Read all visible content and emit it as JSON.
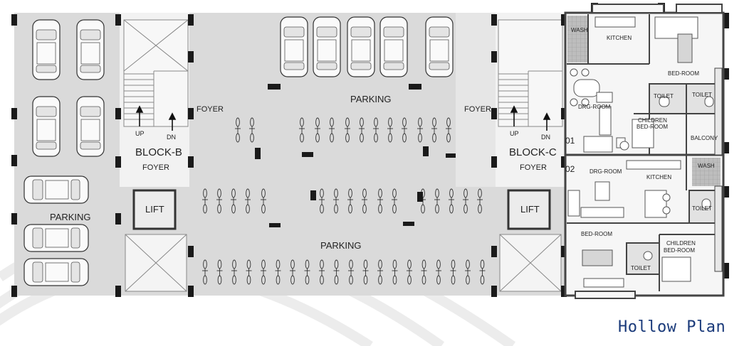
{
  "title": "Hollow Plan",
  "labels": {
    "parking_left": "PARKING",
    "parking_top": "PARKING",
    "parking_bottom": "PARKING",
    "block_b": "BLOCK-B",
    "block_c": "BLOCK-C",
    "foyer_b_stair": "FOYER",
    "foyer_b_col": "FOYER",
    "foyer_c_col": "FOYER",
    "foyer_c_stair": "FOYER",
    "lift_b": "LIFT",
    "lift_c": "LIFT",
    "up_b": "UP",
    "dn_b": "DN",
    "up_c": "UP",
    "dn_c": "DN"
  },
  "flat_01": {
    "number": "01",
    "wash": "WASH",
    "kitchen": "KITCHEN",
    "bed_room": "BED-ROOM",
    "toilet_a": "TOILET",
    "toilet_b": "TOILET",
    "drg_room": "DRG-ROOM",
    "children_line1": "CHILDREN",
    "children_line2": "BED-ROOM",
    "balcony": "BALCONY"
  },
  "flat_02": {
    "number": "02",
    "drg_room": "DRG-ROOM",
    "kitchen": "KITCHEN",
    "wash": "WASH",
    "toilet_a": "TOILET",
    "bed_room": "BED-ROOM",
    "children_line1": "CHILDREN",
    "children_line2": "BED-ROOM",
    "toilet_b": "TOILET"
  },
  "colors": {
    "floor": "#d8d8d8",
    "column": "#1a1a1a",
    "wall": "#555555",
    "title": "#1a3a7a"
  }
}
